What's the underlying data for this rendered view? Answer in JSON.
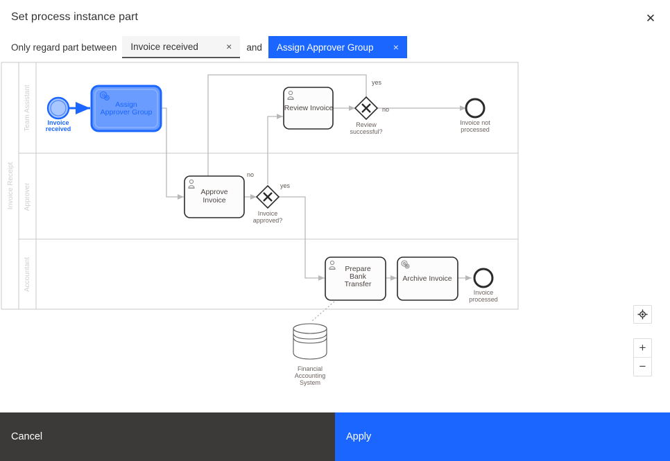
{
  "dialog": {
    "title": "Set process instance part",
    "close_icon": "close-icon"
  },
  "filter": {
    "label": "Only regard part between",
    "conjunction": "and",
    "start_chip": {
      "text": "Invoice received",
      "remove_icon": "×"
    },
    "end_chip": {
      "text": "Assign Approver Group",
      "remove_icon": "×"
    }
  },
  "canvas_controls": {
    "reset_viewport_icon": "crosshair-icon",
    "zoom_in_label": "+",
    "zoom_out_label": "−"
  },
  "footer": {
    "cancel_label": "Cancel",
    "apply_label": "Apply"
  },
  "colors": {
    "accent_blue": "#1a66ff",
    "highlight_fill": "#6a9bff",
    "chip_gray": "#f5f5f5",
    "footer_dark": "#3c3a38",
    "shape_stroke": "#2b2b2b",
    "flow_stroke": "#b8b8b8",
    "lane_label": "#cfcfcf"
  },
  "diagram": {
    "pool_name": "Invoice Receipt",
    "lanes": [
      {
        "id": "team-assistant",
        "label": "Team Assistant"
      },
      {
        "id": "approver",
        "label": "Approver"
      },
      {
        "id": "accountant",
        "label": "Accountant"
      }
    ],
    "elements": [
      {
        "id": "invoice-received",
        "type": "start-event",
        "label": "Invoice received",
        "lane": "team-assistant",
        "highlighted": true
      },
      {
        "id": "assign-approver-group",
        "type": "service-task",
        "label": "Assign Approver Group",
        "lane": "team-assistant",
        "highlighted": true
      },
      {
        "id": "review-invoice",
        "type": "user-task",
        "label": "Review Invoice",
        "lane": "team-assistant",
        "highlighted": false
      },
      {
        "id": "review-successful",
        "type": "exclusive-gateway",
        "label": "Review successful?",
        "lane": "team-assistant",
        "highlighted": false
      },
      {
        "id": "invoice-not-processed",
        "type": "end-event",
        "label": "Invoice not processed",
        "lane": "team-assistant",
        "highlighted": false
      },
      {
        "id": "approve-invoice",
        "type": "user-task",
        "label": "Approve Invoice",
        "lane": "approver",
        "highlighted": false
      },
      {
        "id": "invoice-approved",
        "type": "exclusive-gateway",
        "label": "Invoice approved?",
        "lane": "approver",
        "highlighted": false
      },
      {
        "id": "prepare-bank-transfer",
        "type": "user-task",
        "label": "Prepare Bank Transfer",
        "lane": "accountant",
        "highlighted": false
      },
      {
        "id": "archive-invoice",
        "type": "service-task",
        "label": "Archive Invoice",
        "lane": "accountant",
        "highlighted": false
      },
      {
        "id": "invoice-processed",
        "type": "end-event",
        "label": "Invoice processed",
        "lane": "accountant",
        "highlighted": false
      },
      {
        "id": "financial-accounting-system",
        "type": "data-store",
        "label": "Financial Accounting System",
        "lane": "external",
        "highlighted": false
      }
    ],
    "flow_labels": {
      "review_yes": "yes",
      "review_no": "no",
      "approved_no": "no",
      "approved_yes": "yes"
    }
  }
}
